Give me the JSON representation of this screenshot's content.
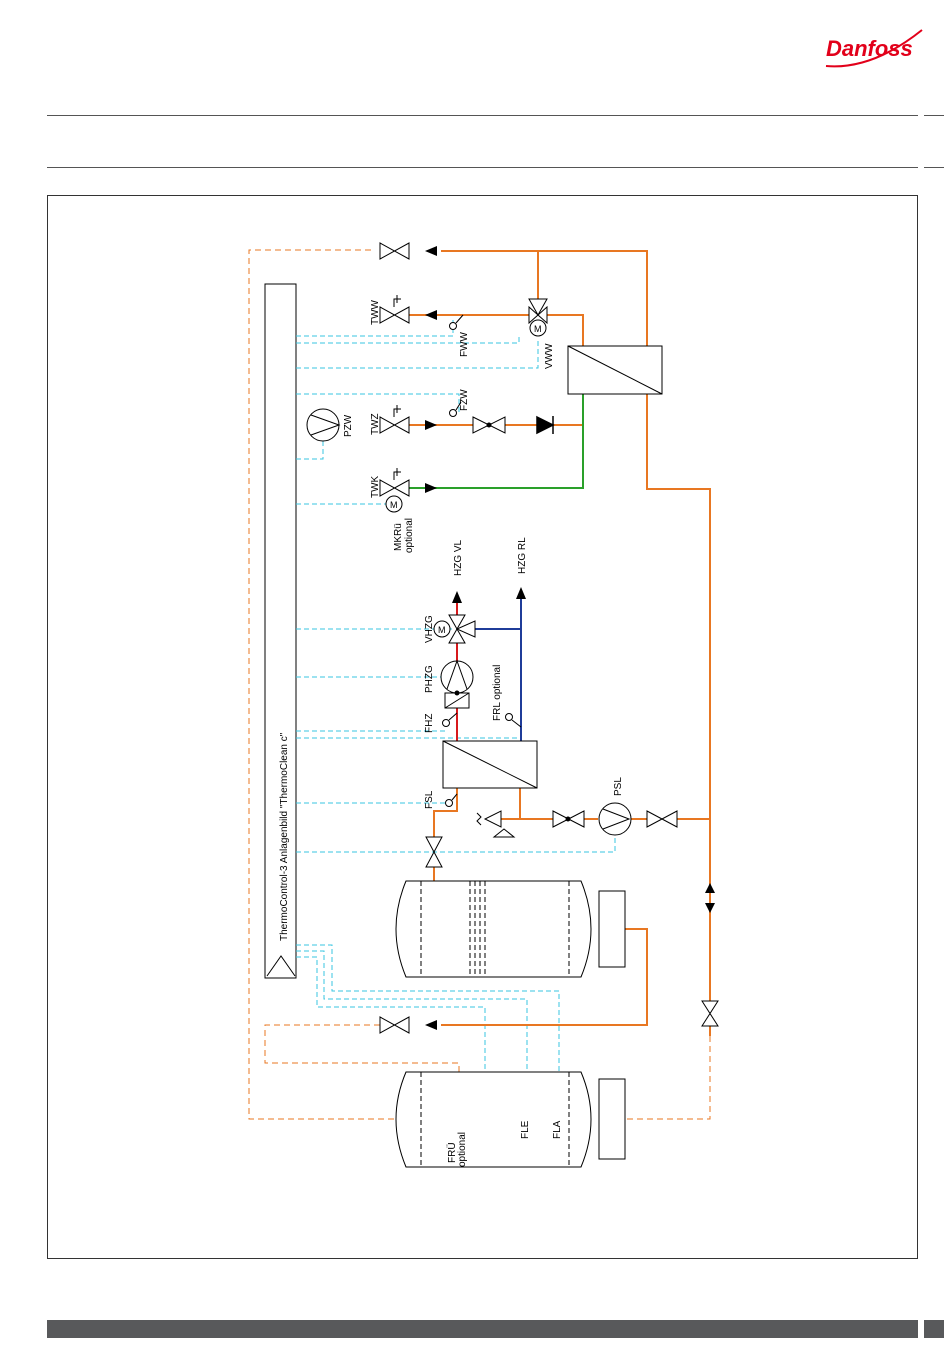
{
  "brand": {
    "name": "Danfoss",
    "color": "#e2001a"
  },
  "colors": {
    "hot_water": "#e87722",
    "cold_water": "#2aa02a",
    "heating_flow": "#d7191c",
    "heating_return": "#1f3c99",
    "signal": "#39c6e0",
    "sensor_return": "#e87722"
  },
  "diagram": {
    "title": "ThermoControl-3 Anlagenbild \"ThermoClean c\"",
    "labels": {
      "tww": "TWW",
      "fww": "FWW",
      "vww": "VWW",
      "twz": "TWZ",
      "fzw": "FZW",
      "pzw": "PZW",
      "twk": "TWK",
      "mkru": "MKRü",
      "mkru_optional": "optional",
      "hzg_vl": "HZG VL",
      "hzg_rl": "HZG RL",
      "vhzg": "VHZG",
      "phzg": "PHZG",
      "fhz": "FHZ",
      "frl": "FRL  optional",
      "fsl": "FSL",
      "psl": "PSL",
      "fle": "FLE",
      "fla": "FLA",
      "fru": "FRÜ",
      "fru_optional": "optional"
    },
    "icons": [
      "valve-icon",
      "motor-icon",
      "pump-icon",
      "sensor-icon",
      "check-valve-icon",
      "heat-exchanger-icon",
      "tank-icon",
      "safety-valve-icon"
    ]
  }
}
